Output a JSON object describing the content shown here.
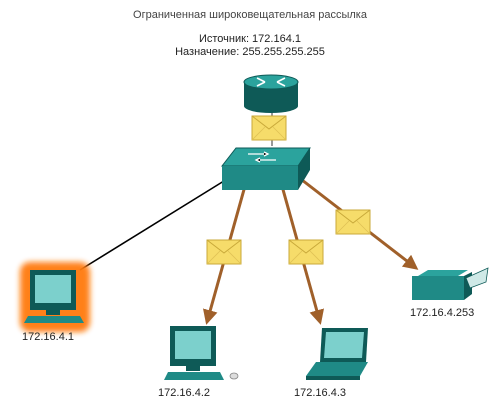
{
  "title": "Ограниченная широковещательная рассылка",
  "source": "Источник: 172.164.1",
  "destination": "Назначение: 255.255.255.255",
  "hosts": {
    "pc1": "172.16.4.1",
    "pc2": "172.16.4.2",
    "laptop": "172.16.4.3",
    "printer": "172.16.4.253"
  },
  "colors": {
    "device_teal": "#1f8a86",
    "device_dark": "#0e5a57",
    "arrow": "#a0602a",
    "envelope": "#f6dc6a",
    "highlight": "#ff7a10",
    "link": "#000000"
  }
}
